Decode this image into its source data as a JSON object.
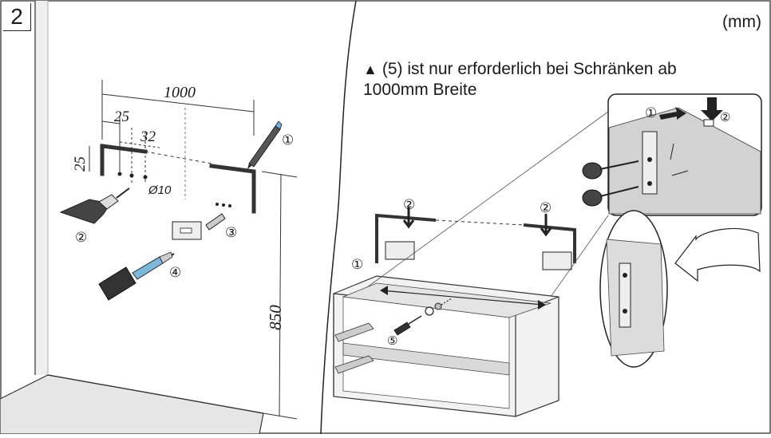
{
  "step_number": "2",
  "unit_label": "(mm)",
  "note": {
    "symbol": "▲",
    "text_line1": "(5) ist nur erforderlich bei Schränken ab",
    "text_line2": "1000mm Breite"
  },
  "dimensions": {
    "width": "1000",
    "offset_left": "25",
    "spacing": "32",
    "drop": "25",
    "height": "850",
    "drill_diameter": "Ø10"
  },
  "callouts": {
    "pencil": "①",
    "drill": "②",
    "anchors": "③",
    "screwdriver": "④",
    "cabinet_screw": "⑤",
    "cabinet_left_arrow": "①",
    "rail_left": "②",
    "rail_right": "②",
    "detail_arrow": "①",
    "detail_top": "②"
  }
}
